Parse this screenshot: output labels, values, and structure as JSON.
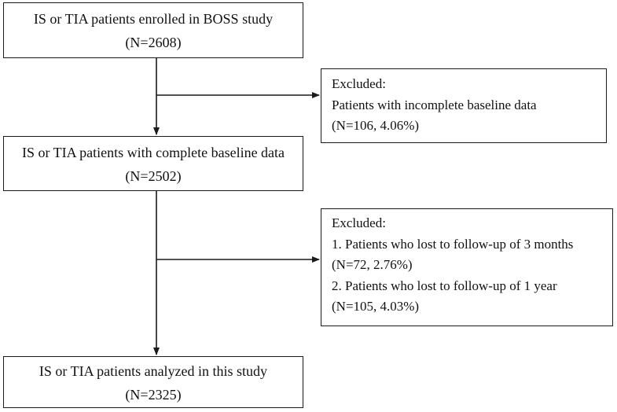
{
  "boxes": {
    "enrolled": {
      "title": "IS or TIA patients enrolled in BOSS study",
      "count": "(N=2608)"
    },
    "excluded_baseline": {
      "heading": "Excluded:",
      "reason": "Patients with incomplete baseline data",
      "count": "(N=106, 4.06%)"
    },
    "complete": {
      "title": "IS or TIA patients with complete baseline data",
      "count": "(N=2502)"
    },
    "excluded_followup": {
      "heading": "Excluded:",
      "item1": "1.  Patients who lost to follow-up of 3 months",
      "item1_count": "(N=72, 2.76%)",
      "item2": "2.  Patients who lost to follow-up of 1 year",
      "item2_count": "(N=105, 4.03%)"
    },
    "analyzed": {
      "title": "IS or TIA patients analyzed in this study",
      "count": "(N=2325)"
    }
  },
  "colors": {
    "line": "#1a1a1a",
    "text": "#111111",
    "background": "#ffffff"
  }
}
